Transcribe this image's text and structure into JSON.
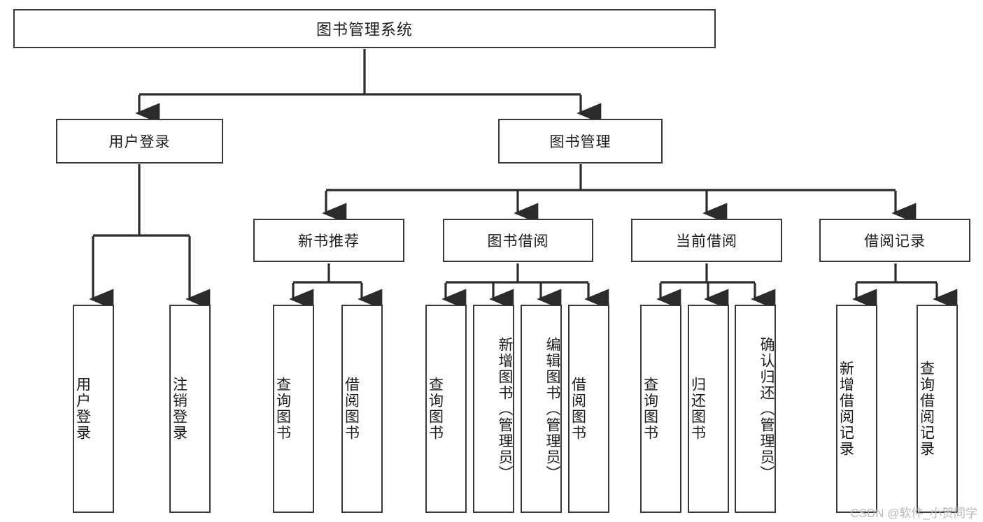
{
  "diagram": {
    "title": "图书管理系统",
    "type": "hierarchical-function-tree",
    "watermark": "CSDN @软件_小贺同学",
    "colors": {
      "box_border": "#3a3a3a",
      "box_fill": "#ffffff",
      "connector": "#2b2b2b",
      "text": "#1b1b1b",
      "watermark": "#b9b9b9",
      "background": "#ffffff"
    },
    "levels": {
      "root": {
        "label": "图书管理系统"
      },
      "level2": [
        {
          "label": "用户登录"
        },
        {
          "label": "图书管理"
        }
      ],
      "level3": [
        {
          "label": "新书推荐"
        },
        {
          "label": "图书借阅"
        },
        {
          "label": "当前借阅"
        },
        {
          "label": "借阅记录"
        }
      ]
    },
    "leaves": {
      "user_login": [
        {
          "label": "用户登录"
        },
        {
          "label": "注销登录"
        }
      ],
      "new_book_recommend": [
        {
          "label": "查询图书"
        },
        {
          "label": "借阅图书"
        }
      ],
      "book_borrow": [
        {
          "label": "查询图书"
        },
        {
          "label": "新增图书（管理员）"
        },
        {
          "label": "编辑图书（管理员）"
        },
        {
          "label": "借阅图书"
        }
      ],
      "current_borrow": [
        {
          "label": "查询图书"
        },
        {
          "label": "归还图书"
        },
        {
          "label": "确认归还（管理员）"
        }
      ],
      "borrow_record": [
        {
          "label": "新增借阅记录"
        },
        {
          "label": "查询借阅记录"
        }
      ]
    }
  }
}
